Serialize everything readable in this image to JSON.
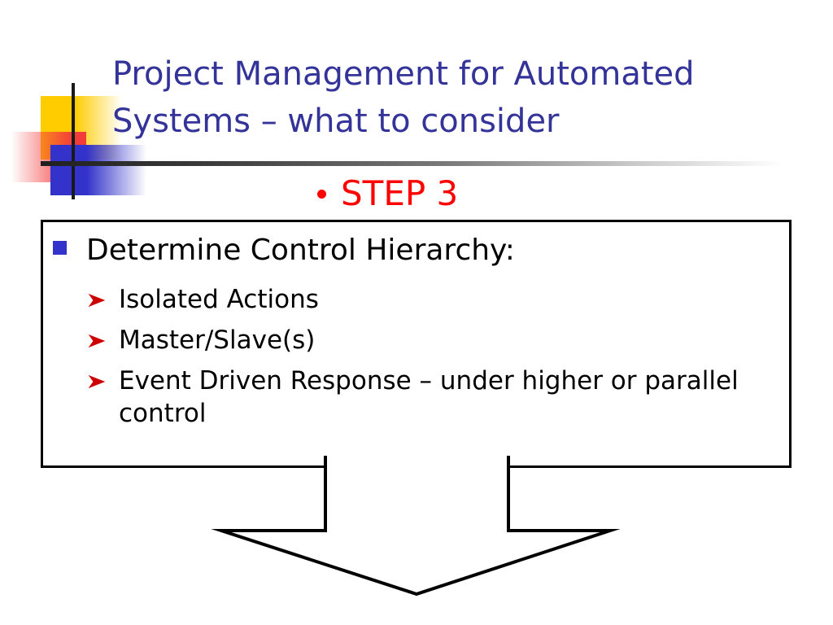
{
  "slide": {
    "title": "Project Management for Automated\nSystems – what to consider",
    "title_color": "#333399",
    "background_color": "#FFFFFF",
    "step": {
      "label": "STEP 3",
      "color": "#FF0000",
      "bullet_icon": "round-bullet"
    },
    "content": {
      "main_bullet": {
        "text": "Determine Control Hierarchy:",
        "bullet_icon": "square-bullet",
        "bullet_color": "#3333CC",
        "text_color": "#000000"
      },
      "sub_bullets": [
        {
          "text": "Isolated Actions",
          "bullet_icon": "arrowhead-bullet",
          "bullet_color": "#CC0000"
        },
        {
          "text": "Master/Slave(s)",
          "bullet_icon": "arrowhead-bullet",
          "bullet_color": "#CC0000"
        },
        {
          "text": "Event Driven Response – under higher or parallel control",
          "bullet_icon": "arrowhead-bullet",
          "bullet_color": "#CC0000"
        }
      ],
      "box_border_color": "#000000"
    },
    "decoration": {
      "logo_icon": "squares-and-cross-logo",
      "yellow": "#FFCC00",
      "red": "#F23C3C",
      "blue": "#3333CC",
      "line": "#1A1A1A",
      "rule_icon": "gradient-rule",
      "rule_from": "#202020",
      "rule_to": "#FFFFFF"
    },
    "arrow": {
      "icon": "down-arrow-outline",
      "stroke_color": "#000000",
      "fill_color": "#FFFFFF"
    }
  }
}
